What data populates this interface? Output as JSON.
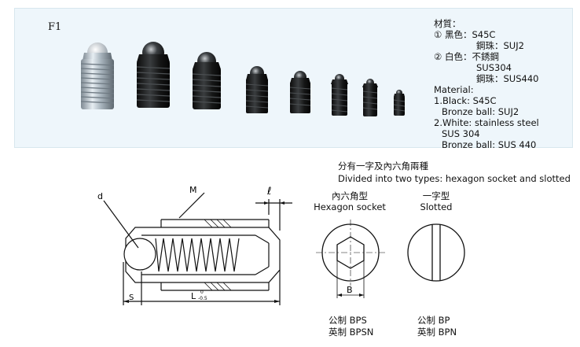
{
  "photo": {
    "label": "F1",
    "spec_zh": {
      "title": "材質：",
      "line1_tag": "① 黑色：S45C",
      "line1_ball": "鋼珠：SUJ2",
      "line2_tag": "② 白色：不銹鋼",
      "line2_steel": "SUS304",
      "line2_ball": "鋼珠：SUS440"
    },
    "spec_en": {
      "title": "Material:",
      "black": "1.Black: S45C",
      "black_ball": "Bronze ball: SUJ2",
      "white": "2.White: stainless steel",
      "white_steel": "SUS 304",
      "white_ball": "Bronze ball: SUS 440"
    }
  },
  "types": {
    "zh": "分有一字及內六角兩種",
    "en": "Divided into two types: hexagon socket and slotted"
  },
  "drawing": {
    "d_label": "d",
    "m_label": "M",
    "l_label": "ℓ",
    "s_label": "S",
    "L_label": "L",
    "L_tol_upper": "0",
    "L_tol_lower": "-0.5"
  },
  "hexagon": {
    "title_zh": "內六角型",
    "title_en": "Hexagon socket",
    "b_label": "B",
    "code_metric": "公制 BPS",
    "code_inch": "英制 BPSN"
  },
  "slotted": {
    "title_zh": "一字型",
    "title_en": "Slotted",
    "code_metric": "公制 BP",
    "code_inch": "英制 BPN"
  }
}
